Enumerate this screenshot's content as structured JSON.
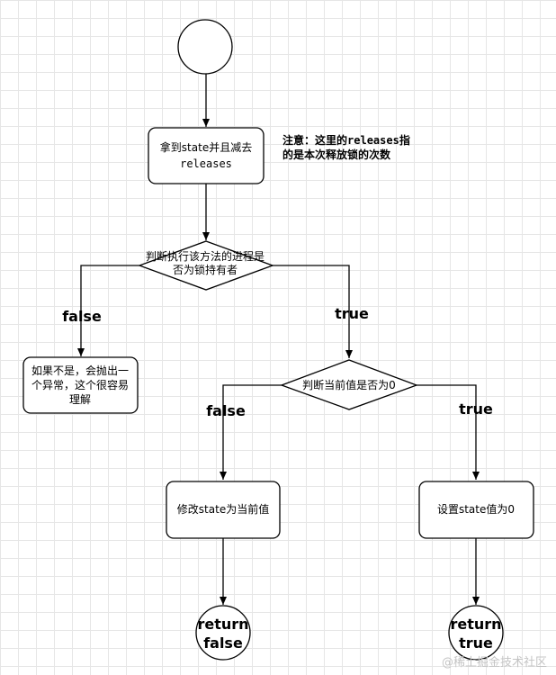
{
  "nodes": {
    "start": "",
    "step1": {
      "line1": "拿到state并且减去",
      "line2": "releases"
    },
    "note": {
      "prefix": "注意：这里的",
      "code": "releases",
      "suffix": "指",
      "line2": "的是本次释放锁的次数"
    },
    "decision1": {
      "line1": "判断执行该方法的进程是",
      "line2": "否为锁持有者"
    },
    "exception": {
      "line1": "如果不是，会抛出一",
      "line2": "个异常，这个很容易",
      "line3": "理解"
    },
    "decision2": "判断当前值是否为0",
    "modify": "修改state为当前值",
    "set_zero": "设置state值为0",
    "return_false": {
      "line1": "return",
      "line2": "false"
    },
    "return_true": {
      "line1": "return",
      "line2": "true"
    }
  },
  "edges": {
    "d1_false": "false",
    "d1_true": "true",
    "d2_false": "false",
    "d2_true": "true"
  },
  "watermark": "@稀土掘金技术社区"
}
